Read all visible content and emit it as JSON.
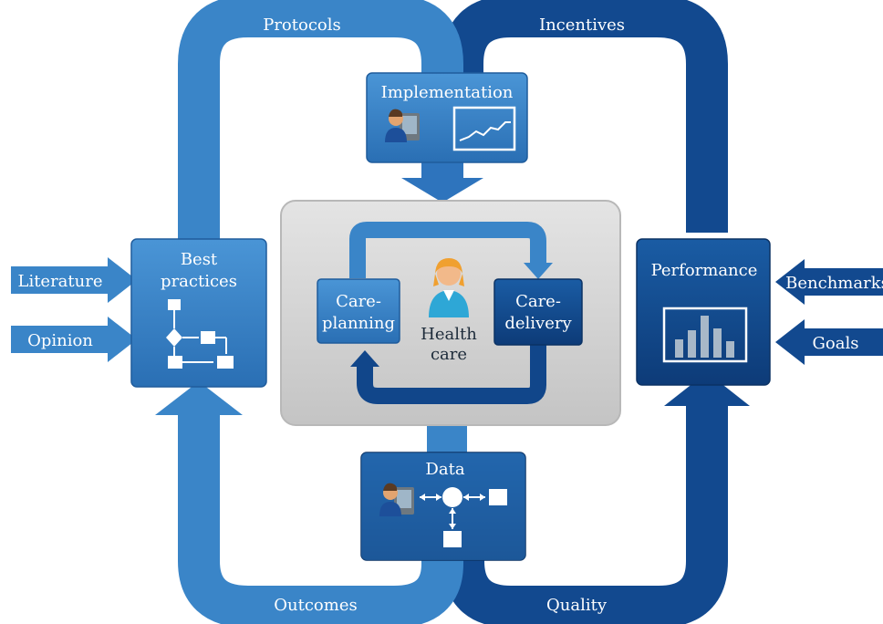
{
  "loop_labels": {
    "protocols": "Protocols",
    "incentives": "Incentives",
    "outcomes": "Outcomes",
    "quality": "Quality"
  },
  "inputs": {
    "literature": "Literature",
    "opinion": "Opinion",
    "benchmarks": "Benchmarks",
    "goals": "Goals"
  },
  "boxes": {
    "implementation": "Implementation",
    "best_practices_line1": "Best",
    "best_practices_line2": "practices",
    "performance": "Performance",
    "data": "Data",
    "care_planning_line1": "Care-",
    "care_planning_line2": "planning",
    "care_delivery_line1": "Care-",
    "care_delivery_line2": "delivery",
    "health_care_line1": "Health",
    "health_care_line2": "care"
  },
  "icons": {
    "implementation": [
      "user-at-computer-icon",
      "line-chart-icon"
    ],
    "best_practices": "flowchart-icon",
    "performance": "bar-chart-icon",
    "data": [
      "user-at-computer-icon",
      "data-flow-icon"
    ],
    "health_care": "nurse-icon"
  },
  "colors": {
    "light_blue": "#3a85c8",
    "dark_blue": "#11468a",
    "center_panel": "#d0d0d0"
  }
}
